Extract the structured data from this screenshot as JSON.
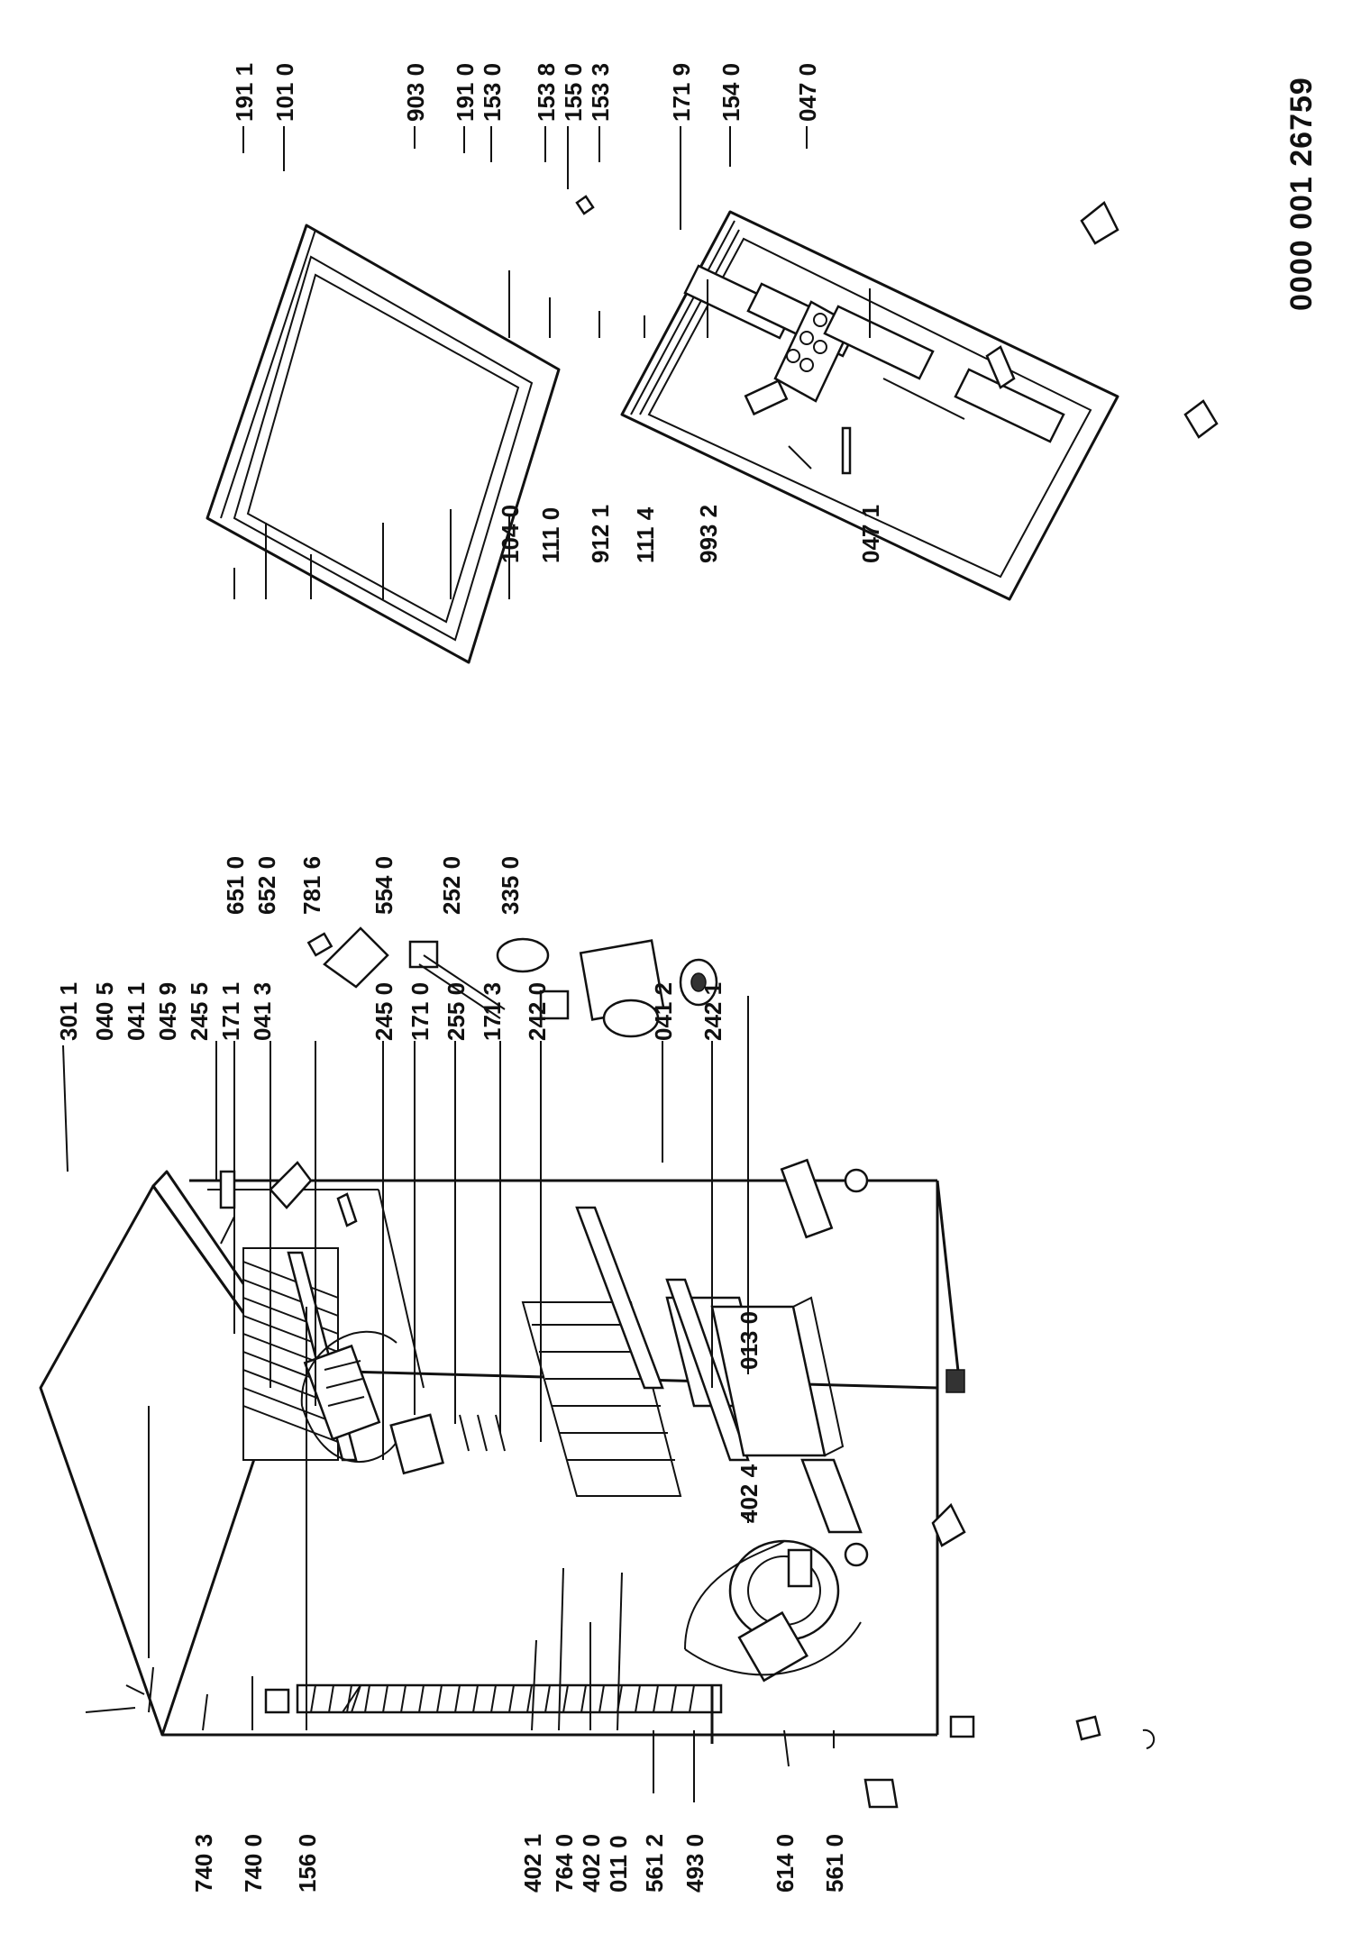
{
  "document_code": "0000 001 26759",
  "labels": {
    "l3011": "301 1",
    "l0405": "040 5",
    "l0411": "041 1",
    "l0459": "045 9",
    "l2455": "245 5",
    "l1711": "171 1",
    "l0413": "041 3",
    "l2450": "245 0",
    "l1710": "171 0",
    "l2550": "255 0",
    "l1713": "171 3",
    "l2420": "242 0",
    "l0412": "041 2",
    "l2421": "242 1",
    "l0130": "013 0",
    "l4024": "402 4",
    "l7403": "740 3",
    "l7400": "740 0",
    "l1560": "156 0",
    "l4021": "402 1",
    "l7640": "764 0",
    "l4020": "402 0",
    "l0110": "011 0",
    "l5612": "561 2",
    "l4930": "493 0",
    "l6140": "614 0",
    "l5610": "561 0",
    "l6510": "651 0",
    "l6520": "652 0",
    "l7816": "781 6",
    "l5540": "554 0",
    "l2520": "252 0",
    "l3350": "335 0",
    "l1911": "191 1",
    "l1010": "101 0",
    "l9030": "903 0",
    "l1910": "191 0",
    "l1530": "153 0",
    "l1538": "153 8",
    "l1550": "155 0",
    "l1533": "153 3",
    "l1719": "171 9",
    "l1540": "154 0",
    "l0470": "047 0",
    "l1040": "104 0",
    "l1110": "111 0",
    "l9121": "912 1",
    "l1114": "111 4",
    "l9932": "993 2",
    "l0471": "047 1"
  }
}
